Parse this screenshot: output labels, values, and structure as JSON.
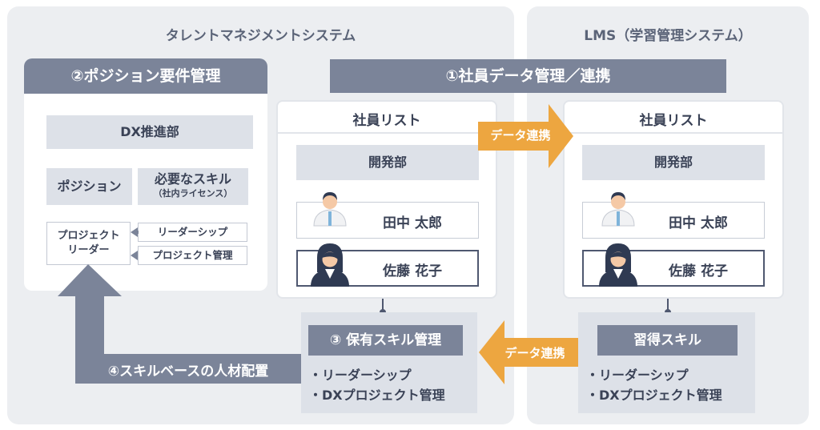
{
  "left_panel": {
    "title": "タレントマネジメントシステム",
    "position_req": {
      "header": "②ポジション要件管理",
      "department": "DX推進部",
      "position_label": "ポジション",
      "skill_title": "必要なスキル",
      "skill_sub": "（社内ライセンス）",
      "role_line1": "プロジェクト",
      "role_line2": "リーダー",
      "skills": [
        "リーダーシップ",
        "プロジェクト管理"
      ]
    },
    "employee_list": {
      "header": "社員リスト",
      "department": "開発部",
      "employees": [
        "田中 太郎",
        "佐藤 花子"
      ]
    },
    "skill_mgmt": {
      "header": "③ 保有スキル管理",
      "items": [
        "・リーダーシップ",
        "・DXプロジェクト管理"
      ]
    },
    "placement_label": "④スキルベースの人材配置"
  },
  "right_panel": {
    "title": "LMS（学習管理システム）",
    "employee_list": {
      "header": "社員リスト",
      "department": "開発部",
      "employees": [
        "田中 太郎",
        "佐藤 花子"
      ]
    },
    "acquired": {
      "header": "習得スキル",
      "items": [
        "・リーダーシップ",
        "・DXプロジェクト管理"
      ]
    }
  },
  "sync_bar": "①社員データ管理／連携",
  "arrow_right_label": "データ連携",
  "arrow_left_label": "データ連携",
  "colors": {
    "panel": "#eceef1",
    "dark": "#7b8499",
    "light": "#dde1e8",
    "orange": "#eda640",
    "text": "#3a4256"
  }
}
